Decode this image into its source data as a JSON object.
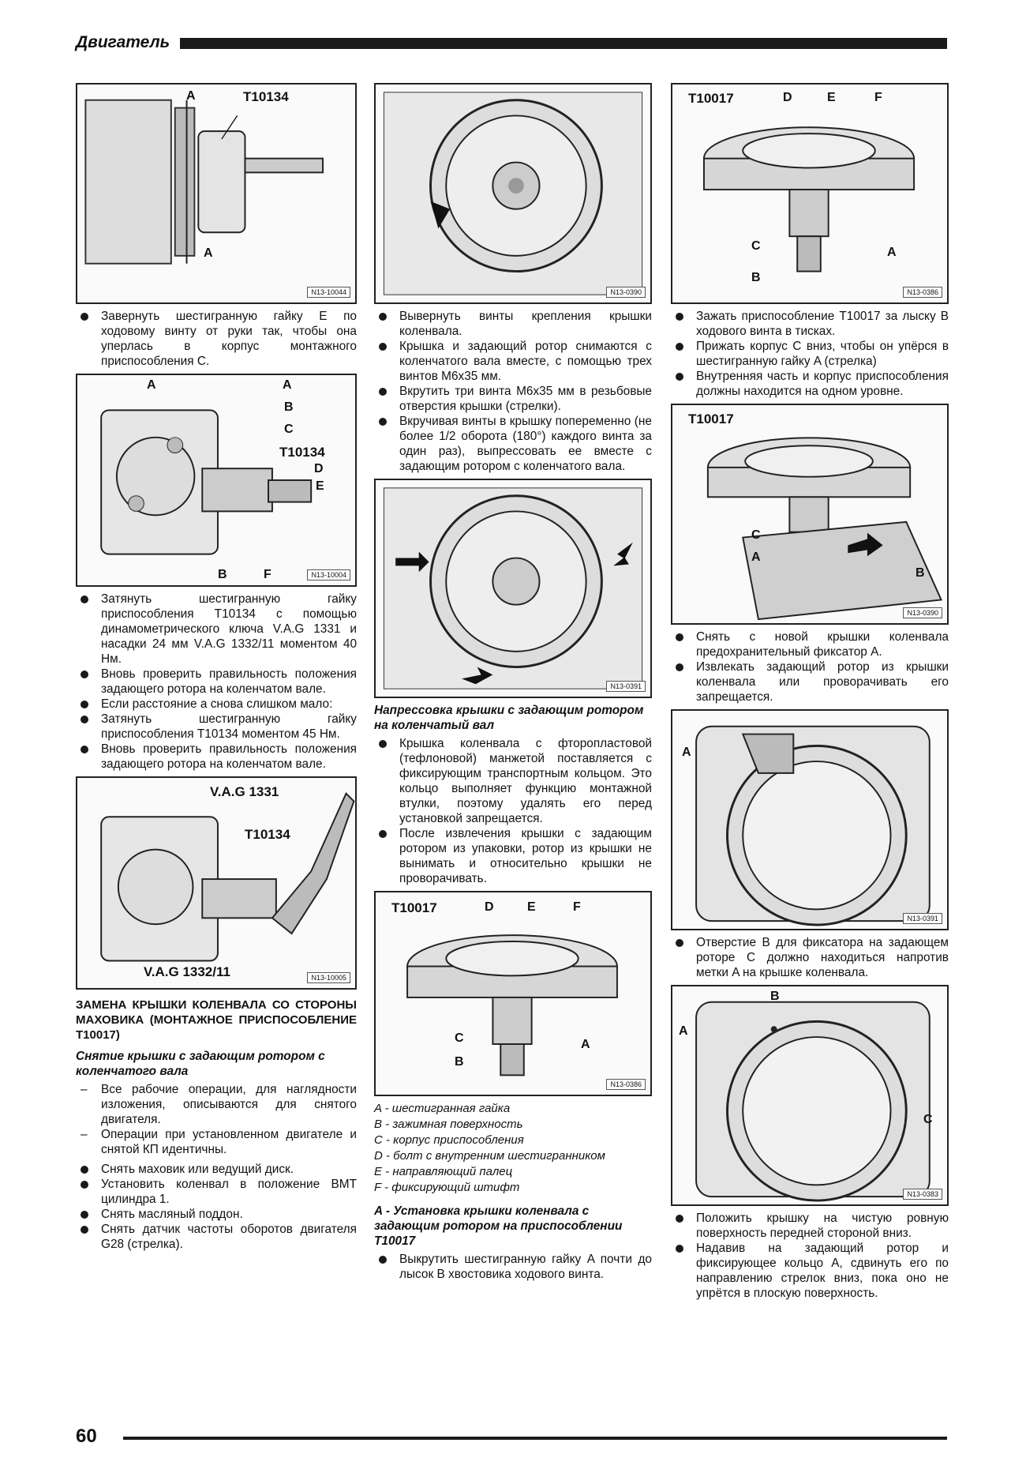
{
  "header": {
    "title": "Двигатель"
  },
  "footer": {
    "page_number": "60"
  },
  "col1": {
    "fig1": {
      "labels": [
        "A",
        "T10134",
        "A"
      ],
      "code": "N13-10044"
    },
    "list1": [
      "Завернуть шестигранную гайку E по ходовому винту от руки так, чтобы она уперлась в корпус монтажного приспособления C."
    ],
    "fig2": {
      "labels": [
        "A",
        "A",
        "B",
        "C",
        "T10134",
        "D",
        "E",
        "B",
        "F"
      ],
      "code": "N13-10004"
    },
    "list2": [
      "Затянуть шестигранную гайку приспособления T10134 с помощью динамометрического ключа V.A.G 1331 и насадки 24 мм V.A.G 1332/11 моментом 40 Нм.",
      "Вновь проверить правильность положения задающего ротора на коленчатом вале.",
      "Если расстояние a снова слишком мало:",
      "Затянуть шестигранную гайку приспособления T10134 моментом 45 Нм.",
      "Вновь проверить правильность положения задающего ротора на коленчатом вале."
    ],
    "fig3": {
      "labels": [
        "V.A.G 1331",
        "T10134",
        "V.A.G 1332/11"
      ],
      "code": "N13-10005"
    },
    "heading1": "ЗАМЕНА КРЫШКИ КОЛЕНВАЛА СО СТОРОНЫ МАХОВИКА (МОНТАЖНОЕ ПРИСПОСОБЛЕНИЕ T10017)",
    "heading2": "Снятие крышки с задающим ротором с коленчатого вала",
    "dash_list": [
      "Все рабочие операции, для наглядности изложения, описываются для снятого двигателя.",
      "Операции при установленном двигателе и снятой КП идентичны."
    ],
    "list3": [
      "Снять маховик или ведущий диск.",
      "Установить коленвал в положение ВМТ цилиндра 1.",
      "Снять масляный поддон.",
      "Снять датчик частоты оборотов двигателя G28 (стрелка)."
    ]
  },
  "col2": {
    "fig1": {
      "code": "N13-0390"
    },
    "list1": [
      "Вывернуть винты крепления крышки коленвала.",
      "Крышка и задающий ротор снимаются с коленчатого вала вместе, с помощью трех винтов M6x35 мм.",
      "Вкрутить три винта M6x35 мм в резьбовые отверстия крышки (стрелки).",
      "Вкручивая винты в крышку попеременно (не более 1/2 оборота (180°) каждого винта за один раз), выпрессовать ее вместе с задающим ротором с коленчатого вала."
    ],
    "fig2": {
      "code": "N13-0391"
    },
    "heading1": "Напрессовка крышки с задающим ротором на коленчатый вал",
    "list2": [
      "Крышка коленвала с фторопластовой (тефлоновой) манжетой поставляется с фиксирующим транспортным кольцом. Это кольцо выполняет функцию монтажной втулки, поэтому удалять его перед установкой запрещается.",
      "После извлечения крышки с задающим ротором из упаковки, ротор из крышки не вынимать и относительно крышки не проворачивать."
    ],
    "fig3": {
      "labels": [
        "T10017",
        "D",
        "E",
        "F",
        "C",
        "A",
        "B"
      ],
      "code": "N13-0386"
    },
    "legend": [
      "A - шестигранная гайка",
      "B - зажимная поверхность",
      "C - корпус приспособления",
      "D - болт с внутренним шестигранником",
      "E - направляющий палец",
      "F - фиксирующий штифт"
    ],
    "heading2": "A - Установка крышки коленвала с задающим ротором на приспособлении T10017",
    "list3": [
      "Выкрутить шестигранную гайку A почти до лысок B хвостовика ходового винта."
    ]
  },
  "col3": {
    "fig1": {
      "labels": [
        "T10017",
        "D",
        "E",
        "F",
        "C",
        "A",
        "B"
      ],
      "code": "N13-0386"
    },
    "list1": [
      "Зажать приспособление T10017 за лыску B ходового винта в тисках.",
      "Прижать корпус C вниз, чтобы он упёрся в шестигранную гайку A (стрелка)",
      "Внутренняя часть и корпус приспособления должны находится на одном уровне."
    ],
    "fig2": {
      "labels": [
        "T10017",
        "C",
        "A",
        "B"
      ],
      "code": "N13-0390"
    },
    "list2": [
      "Снять с новой крышки коленвала предохранительный фиксатор A.",
      "Извлекать задающий ротор из крышки коленвала или проворачивать его запрещается."
    ],
    "fig3": {
      "labels": [
        "A"
      ],
      "code": "N13-0391"
    },
    "list3": [
      "Отверстие B для фиксатора на задающем роторе C должно находиться напротив метки A на крышке коленвала."
    ],
    "fig4": {
      "labels": [
        "B",
        "A",
        "C"
      ],
      "code": "N13-0383"
    },
    "list4": [
      "Положить крышку на чистую ровную поверхность передней стороной вниз.",
      "Надавив на задающий ротор и фиксирующее кольцо A, сдвинуть его по направлению стрелок вниз, пока оно не упрётся в плоскую поверхность."
    ]
  }
}
